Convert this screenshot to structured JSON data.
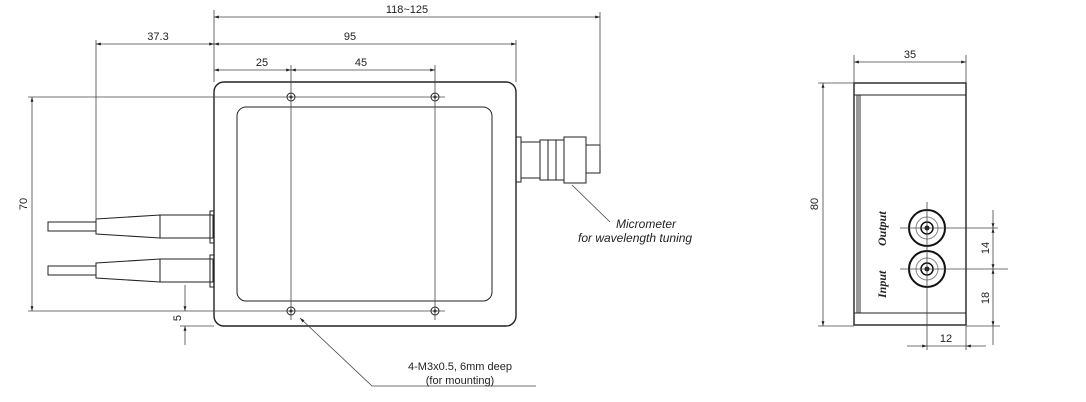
{
  "dimensions": {
    "overall_length": "118~125",
    "body_length": "95",
    "fiber_length": "37.3",
    "hole_offset": "25",
    "hole_spacing": "45",
    "hole_vertical_spacing": "70",
    "hole_edge_offset": "5",
    "side_width": "35",
    "side_height": "80",
    "port_spacing": "14",
    "port_bottom_offset": "18",
    "port_side_offset": "12"
  },
  "annotations": {
    "micrometer_line1": "Micrometer",
    "micrometer_line2": "for wavelength tuning",
    "mounting_line1": "4-M3x0.5, 6mm deep",
    "mounting_line2": "(for mounting)"
  },
  "ports": {
    "input": "Input",
    "output": "Output"
  }
}
